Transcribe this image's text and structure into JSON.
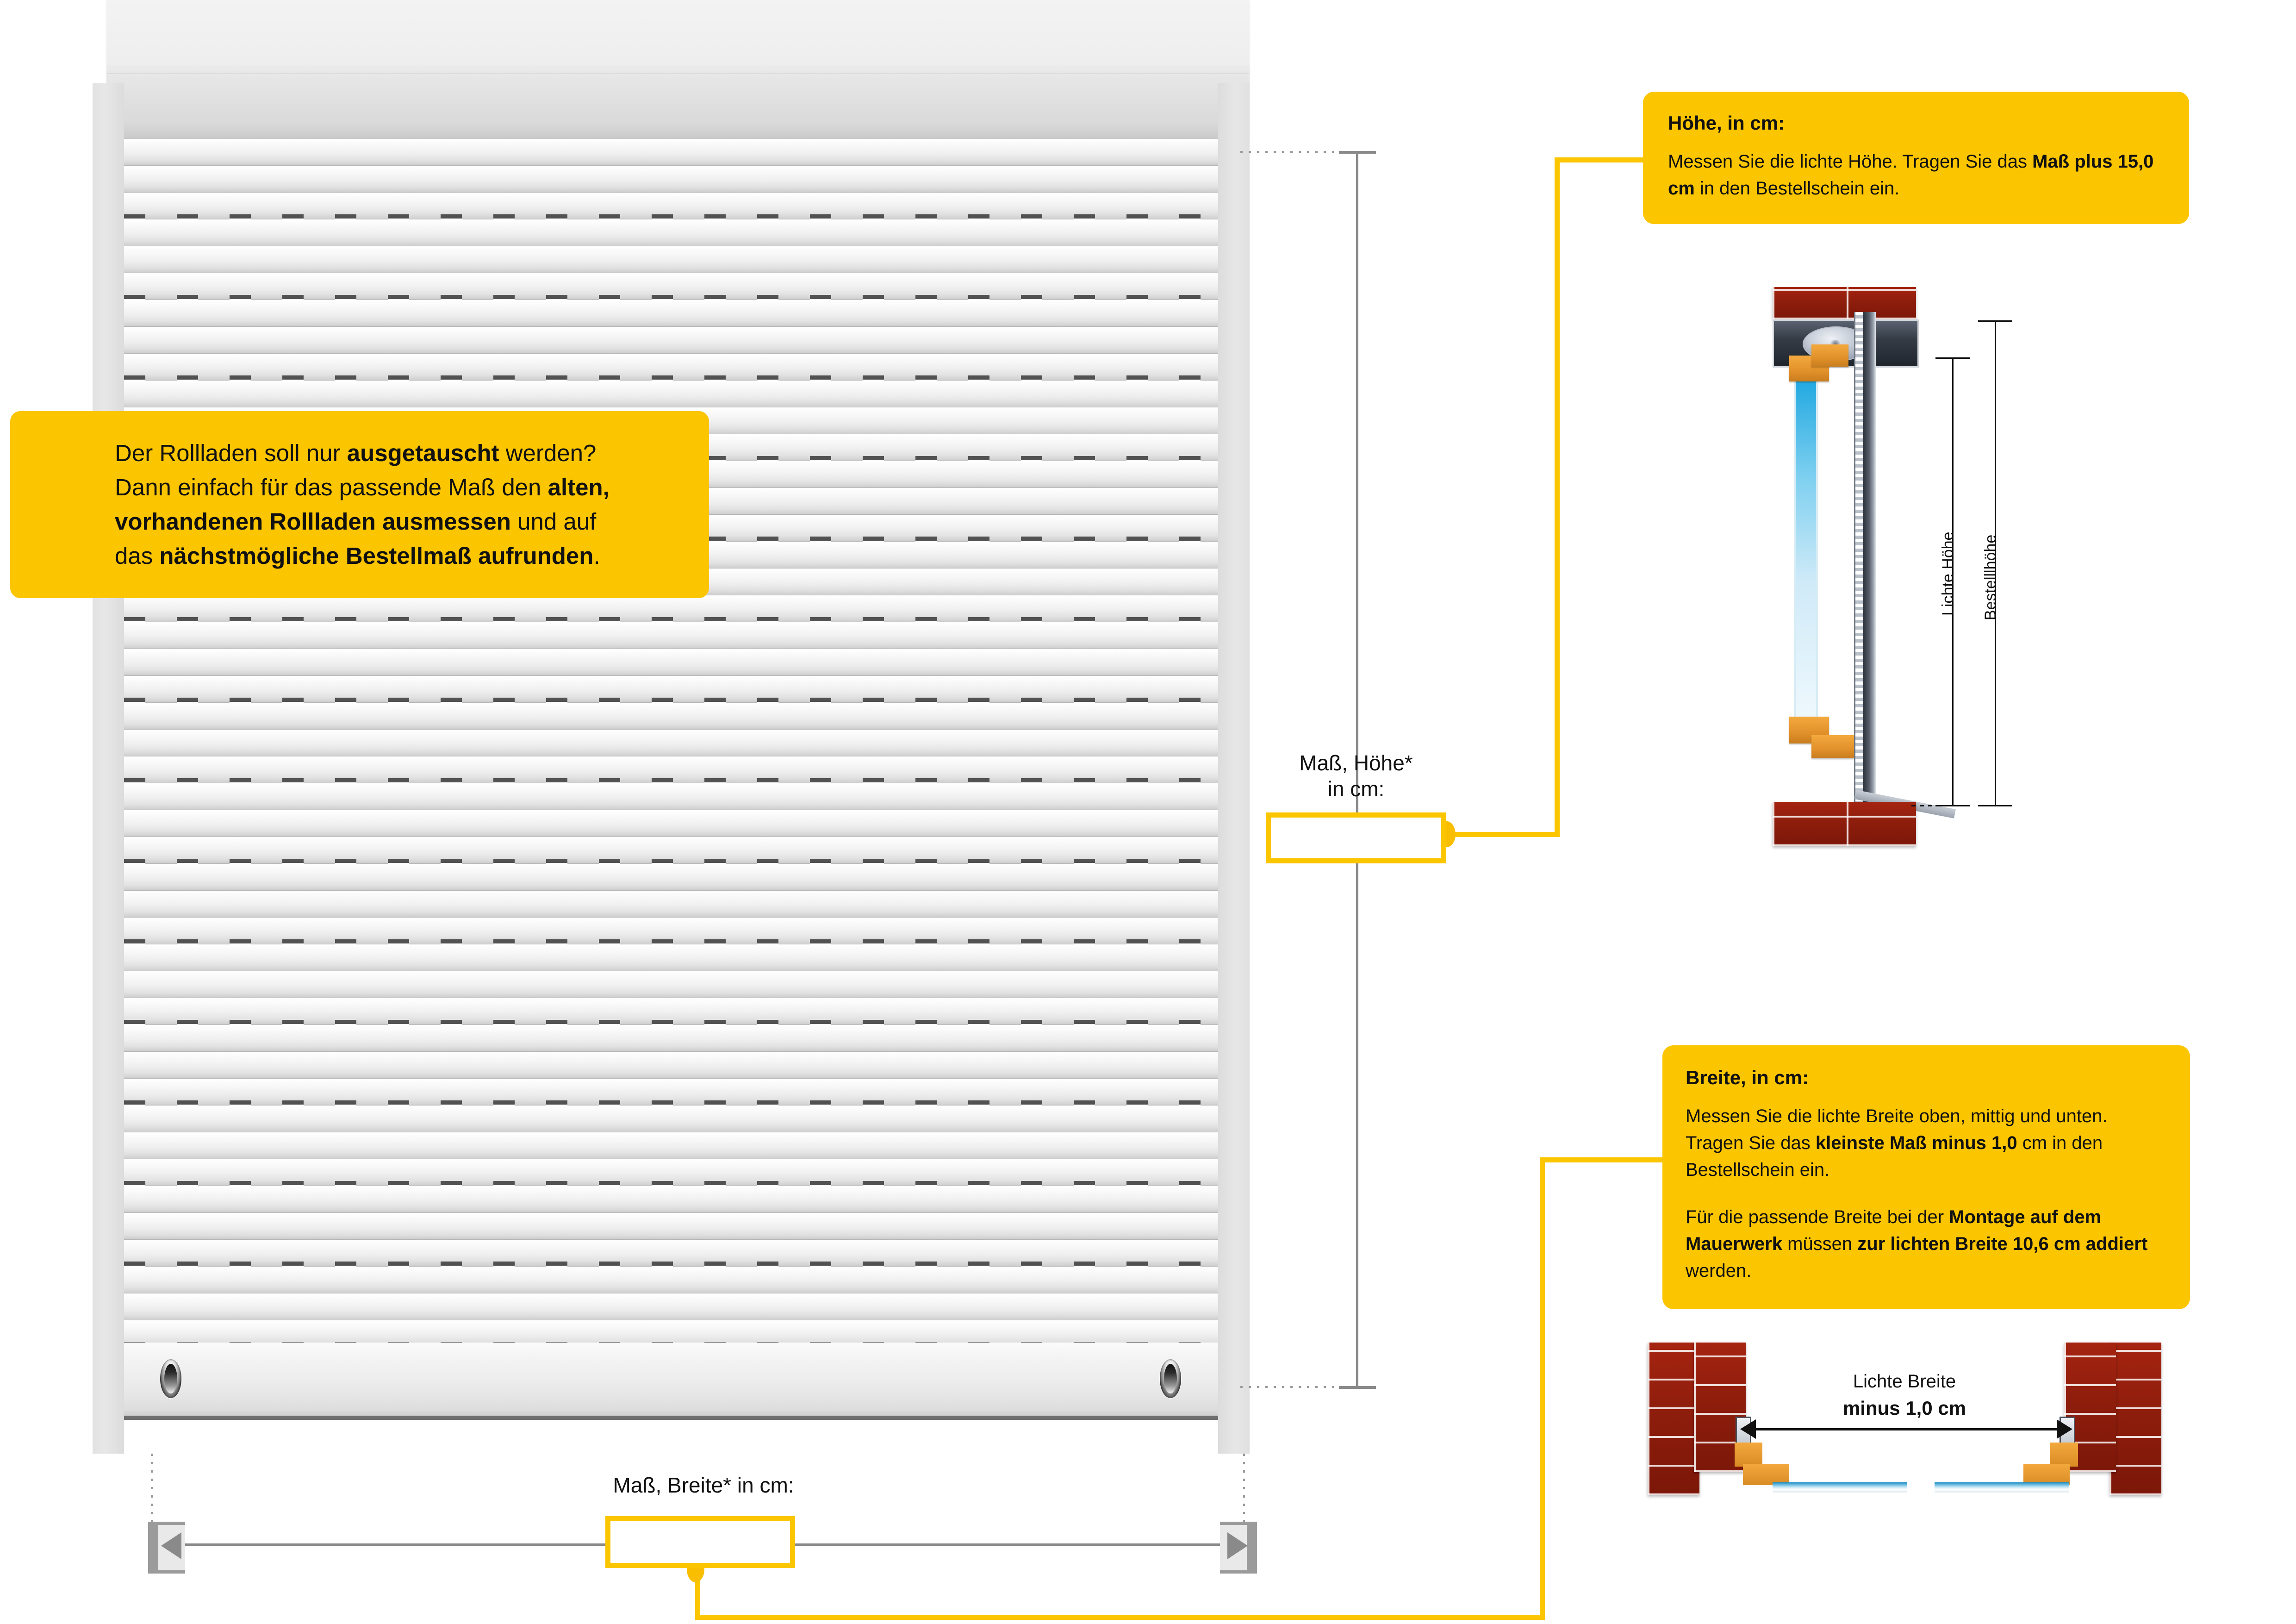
{
  "callout_left": {
    "line1_a": "Der Rollladen soll nur ",
    "line1_b": "ausgetauscht",
    "line1_c": " werden?",
    "line2_a": "Dann einfach für das passende Maß den ",
    "line2_b": "alten,",
    "line3_a": "vorhandenen Rollladen ausmessen",
    "line3_b": " und auf",
    "line4_a": "das ",
    "line4_b": "nächstmögliche Bestellmaß aufrunden",
    "line4_c": "."
  },
  "callout_height": {
    "heading": "Höhe, in cm:",
    "body_a": "Messen Sie die lichte Höhe. Tragen Sie das ",
    "body_b": "Maß plus 15,0 cm",
    "body_c": " in den Bestellschein ein."
  },
  "callout_width": {
    "heading": "Breite, in cm:",
    "p1_a": "Messen Sie die lichte Breite oben, mittig und unten. Tragen Sie das ",
    "p1_b": "kleinste Maß minus 1,0",
    "p1_c": " cm in den Bestellschein ein.",
    "p2_a": "Für die passende Breite bei der ",
    "p2_b": "Montage auf dem Mauerwerk",
    "p2_c": " müssen ",
    "p2_d": "zur lichten Breite 10,6 cm addiert",
    "p2_e": " werden."
  },
  "fields": {
    "height_label_line1": "Maß, Höhe*",
    "height_label_line2": "in cm:",
    "height_value": "",
    "width_label": "Maß, Breite* in cm:",
    "width_value": ""
  },
  "illustration_height": {
    "label_inner": "Lichte Höhe",
    "label_order": "Bestelllhöhe"
  },
  "illustration_width": {
    "label_line1": "Lichte Breite",
    "label_line2": "minus 1,0 cm"
  },
  "colors": {
    "accent_yellow": "#FBC500",
    "node_yellow": "#F9BE00",
    "dimension_gray": "#8A8A8A",
    "brick_red": "#8E1D0C",
    "frame_orange": "#E2912A",
    "glass_blue": "#7FD0F0"
  }
}
